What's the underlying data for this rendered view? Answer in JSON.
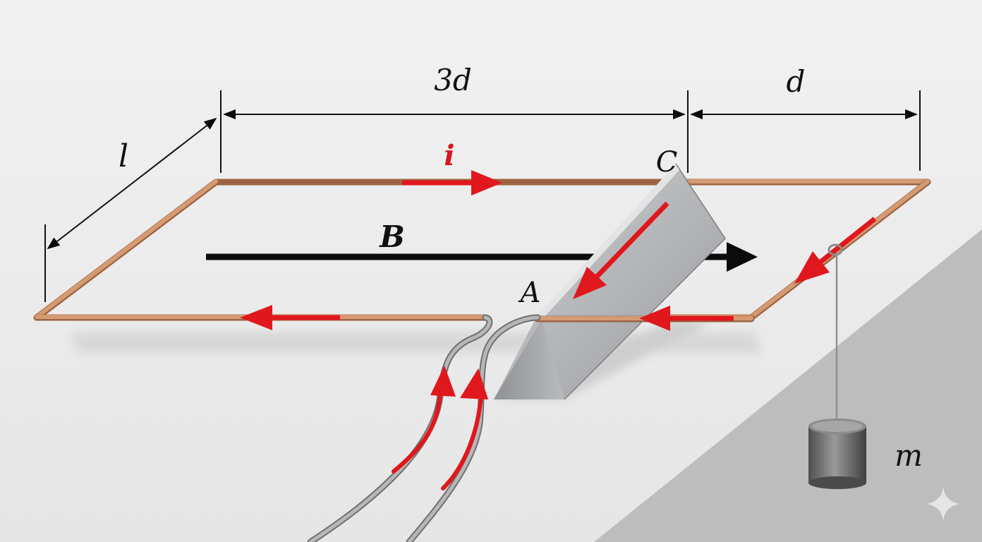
{
  "labels": {
    "dim_left": "3d",
    "dim_right": "d",
    "dim_side": "l",
    "current": "i",
    "field": "B",
    "point_c": "C",
    "point_a": "A",
    "mass": "m"
  },
  "colors": {
    "background": "#ececec",
    "shadow_region": "#bdbdbd",
    "copper": "#c98a62",
    "current_arrow": "#e0171c",
    "field_arrow": "#0b0b0b",
    "fulcrum": "#a9abad",
    "lead_wire": "#9a9a9a",
    "weight": "#6f6f6f"
  },
  "icons": {
    "corner_mark": "sparkle-icon"
  }
}
